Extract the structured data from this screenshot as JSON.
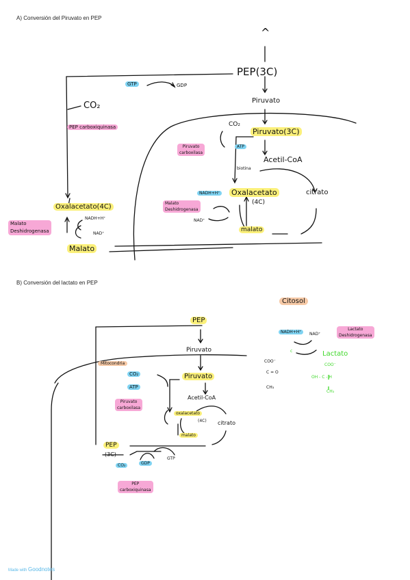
{
  "section_a": {
    "title": "A) Conversión del Piruvato en PEP",
    "top_caret": "^",
    "pep": "PEP(3C)",
    "gtp": "GTP",
    "gdp": "GDP",
    "co2": "CO₂",
    "pep_carboxiquinasa": "PEP carboxiquinasa",
    "piruvato_cytosol": "Piruvato",
    "piruvato_mito": "Piruvato(3C)",
    "co2_mito": "CO₂",
    "atp": "ATP",
    "piruvato_carboxilasa_1": "Piruvato",
    "piruvato_carboxilasa_2": "carboxilasa",
    "acetil_coa": "Acetil-CoA",
    "biotina": "biotina",
    "nadh_mito": "NADH+H⁺",
    "oxalacetato_mito": "Oxalacetato",
    "oxalacetato_mito_c": "(4C)",
    "citrato": "citrato",
    "malato_deshidrogenasa_mito_1": "Malato",
    "malato_deshidrogenasa_mito_2": "Deshidrogenasa",
    "nad_mito": "NAD⁺",
    "malato_mito": "malato",
    "oxalacetato_cyto": "Oxalacetato(4C)",
    "nadh_cyto": "NADH+H⁺",
    "nad_cyto": "NAD⁺",
    "malato_deshidrogenasa_cyto_1": "Malato",
    "malato_deshidrogenasa_cyto_2": "Deshidrogenasa",
    "malato_cyto": "Malato"
  },
  "section_b": {
    "title": "B) Conversión del lactato en PEP",
    "citosol": "Citosol",
    "pep_top": "PEP",
    "piruvato_top": "Piruvato",
    "mitocondria": "Mitocondria",
    "co2": "CO₂",
    "atp": "ATP",
    "piruvato_carboxilasa_1": "Piruvato",
    "piruvato_carboxilasa_2": "carboxilasa",
    "piruvato_mito": "Piruvato",
    "acetil_coa": "Acetil-CoA",
    "oxalacetato": "oxalacetato",
    "oxalacetato_c": "(4C)",
    "citrato": "citrato",
    "malato": "malato",
    "pep_bottom": "PEP",
    "pep_bottom_c": "(3C)",
    "co2_bottom": "CO₂",
    "gdp": "GDP",
    "gtp": "GTP",
    "pep_carboxiquinasa_1": "PEP",
    "pep_carboxiquinasa_2": "carboxiquinasa",
    "nadh": "NADH+H⁺",
    "nad": "NAD⁺",
    "lactato_deshidrogenasa_1": "Lactato",
    "lactato_deshidrogenasa_2": "Deshidrogenasa",
    "lactato": "Lactato",
    "coo_green": "COO⁻",
    "choh_green": "OH - C - H",
    "ch3_green": "CH₃",
    "coo_black": "COO⁻",
    "co_black": "C = O",
    "ch3_black": "CH₃"
  },
  "footer": {
    "made_with": "Made with",
    "brand": "Goodnotes"
  },
  "colors": {
    "yellow_highlight": "#fbf07a",
    "pink_highlight": "#f7a8d6",
    "blue_highlight": "#7fd3f2",
    "orange_highlight": "#f6c9a6",
    "green_ink": "#3fd82a"
  }
}
